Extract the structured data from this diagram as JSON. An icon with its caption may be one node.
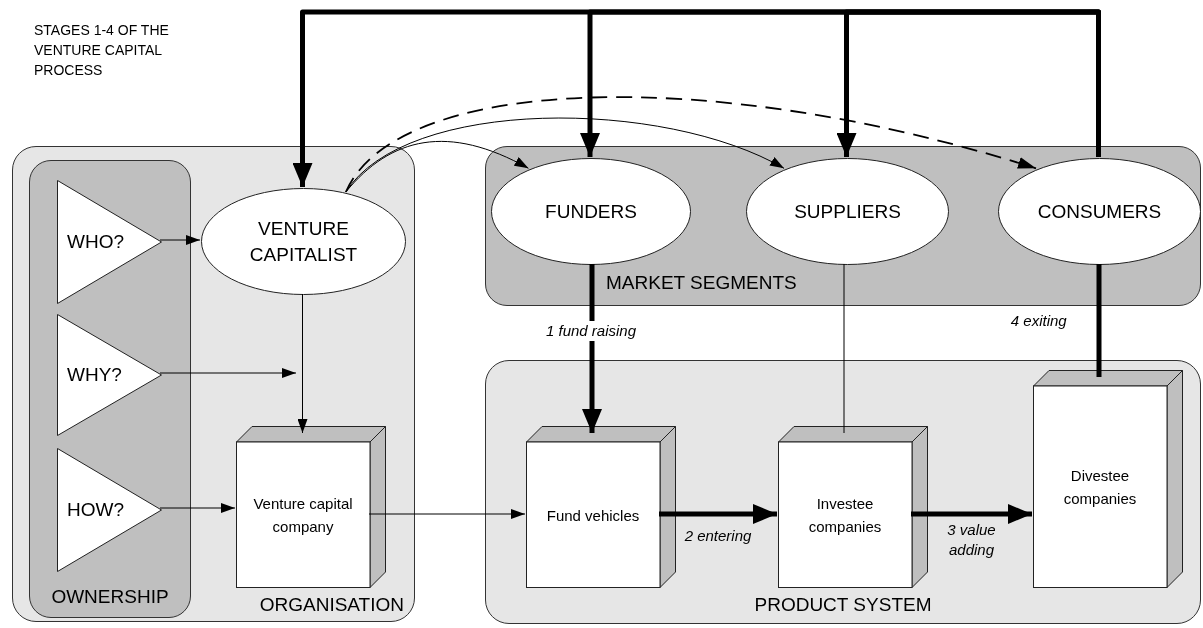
{
  "diagram": {
    "title": "STAGES 1-4 OF THE VENTURE CAPITAL PROCESS",
    "nodes": [
      {
        "text": [
          "ORGANISATION"
        ]
      },
      {
        "text": [
          "OWNERSHIP"
        ],
        "in": 0
      },
      {
        "text": [
          "WHO?"
        ],
        "in": 1
      },
      {
        "text": [
          "WHY?"
        ],
        "in": 1
      },
      {
        "text": [
          "HOW?"
        ],
        "in": 1
      },
      {
        "text": [
          "VENTURE CAPITALIST"
        ],
        "in": 0
      },
      {
        "text": [
          "Venture capital company"
        ],
        "in": 0
      },
      {
        "text": [
          "MARKET SEGMENTS"
        ]
      },
      {
        "text": [
          "FUNDERS"
        ],
        "in": 7
      },
      {
        "text": [
          "SUPPLIERS"
        ],
        "in": 7
      },
      {
        "text": [
          "CONSUMERS"
        ],
        "in": 7
      },
      {
        "text": [
          "PRODUCT SYSTEM"
        ]
      },
      {
        "text": [
          "Fund vehicles"
        ],
        "in": 11
      },
      {
        "text": [
          "Investee companies"
        ],
        "in": 11
      },
      {
        "text": [
          "Divestee companies"
        ],
        "in": 11
      }
    ],
    "edges": [
      {
        "from": 10,
        "to": 5,
        "arrow": "to",
        "style": "thick"
      },
      {
        "from": 10,
        "to": 8,
        "arrow": "to",
        "style": "thick"
      },
      {
        "from": 10,
        "to": 9,
        "arrow": "to",
        "style": "thick"
      },
      {
        "from": 5,
        "to": 8,
        "arrow": "to"
      },
      {
        "from": 5,
        "to": 9,
        "arrow": "to"
      },
      {
        "from": 5,
        "to": 10,
        "arrow": "to",
        "style": "dashed"
      },
      {
        "from": 2,
        "to": 5,
        "arrow": "to"
      },
      {
        "from": 3,
        "to": null,
        "arrow": "to"
      },
      {
        "from": 5,
        "to": 6,
        "arrow": "to"
      },
      {
        "from": 4,
        "to": 6,
        "arrow": "to"
      },
      {
        "from": 6,
        "to": 12,
        "arrow": "to"
      },
      {
        "from": 8,
        "to": 12,
        "arrow": "to",
        "style": "thick",
        "label": "1 fund raising"
      },
      {
        "from": 12,
        "to": 13,
        "arrow": "to",
        "style": "thick",
        "label": "2 entering"
      },
      {
        "from": 9,
        "to": 13,
        "arrow": "none"
      },
      {
        "from": 13,
        "to": 14,
        "arrow": "to",
        "style": "thick",
        "label": "3 value adding"
      },
      {
        "from": 14,
        "to": 10,
        "arrow": "none",
        "style": "thick",
        "label": "4 exiting"
      }
    ]
  }
}
